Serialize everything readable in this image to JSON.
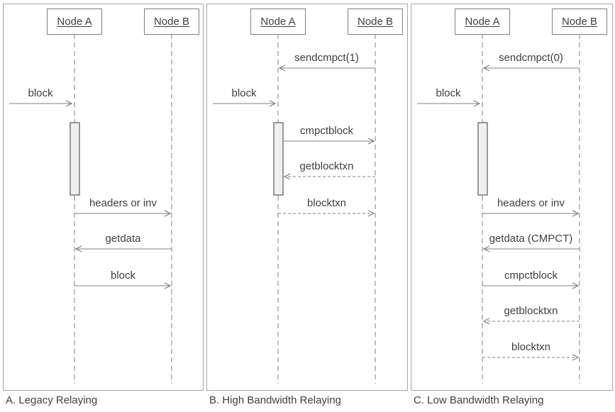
{
  "colors": {
    "line": "#808080",
    "text": "#404040",
    "panel_border": "#a6a6a6",
    "activation_fill": "#f0f0f0",
    "activation_border": "#595959"
  },
  "panels": [
    {
      "id": "A",
      "caption": "A. Legacy Relaying",
      "actors": {
        "a": "Node A",
        "b": "Node B"
      },
      "external": {
        "label": "block",
        "to": "Node A",
        "style": "solid"
      },
      "messages": [
        {
          "label": "headers or inv",
          "from": "Node A",
          "to": "Node B",
          "style": "solid"
        },
        {
          "label": "getdata",
          "from": "Node B",
          "to": "Node A",
          "style": "solid"
        },
        {
          "label": "block",
          "from": "Node A",
          "to": "Node B",
          "style": "solid"
        }
      ]
    },
    {
      "id": "B",
      "caption": "B. High Bandwidth Relaying",
      "actors": {
        "a": "Node A",
        "b": "Node B"
      },
      "pre": {
        "label": "sendcmpct(1)",
        "from": "Node B",
        "to": "Node A",
        "style": "solid"
      },
      "external": {
        "label": "block",
        "to": "Node A",
        "style": "solid"
      },
      "messages": [
        {
          "label": "cmpctblock",
          "from": "Node A",
          "to": "Node B",
          "style": "solid"
        },
        {
          "label": "getblocktxn",
          "from": "Node B",
          "to": "Node A",
          "style": "dashed"
        },
        {
          "label": "blocktxn",
          "from": "Node A",
          "to": "Node B",
          "style": "dashed"
        }
      ]
    },
    {
      "id": "C",
      "caption": "C. Low Bandwidth Relaying",
      "actors": {
        "a": "Node A",
        "b": "Node B"
      },
      "pre": {
        "label": "sendcmpct(0)",
        "from": "Node B",
        "to": "Node A",
        "style": "solid"
      },
      "external": {
        "label": "block",
        "to": "Node A",
        "style": "solid"
      },
      "messages": [
        {
          "label": "headers or inv",
          "from": "Node A",
          "to": "Node B",
          "style": "solid"
        },
        {
          "label": "getdata (CMPCT)",
          "from": "Node B",
          "to": "Node A",
          "style": "solid"
        },
        {
          "label": "cmpctblock",
          "from": "Node A",
          "to": "Node B",
          "style": "solid"
        },
        {
          "label": "getblocktxn",
          "from": "Node B",
          "to": "Node A",
          "style": "dashed"
        },
        {
          "label": "blocktxn",
          "from": "Node A",
          "to": "Node B",
          "style": "dashed"
        }
      ]
    }
  ]
}
